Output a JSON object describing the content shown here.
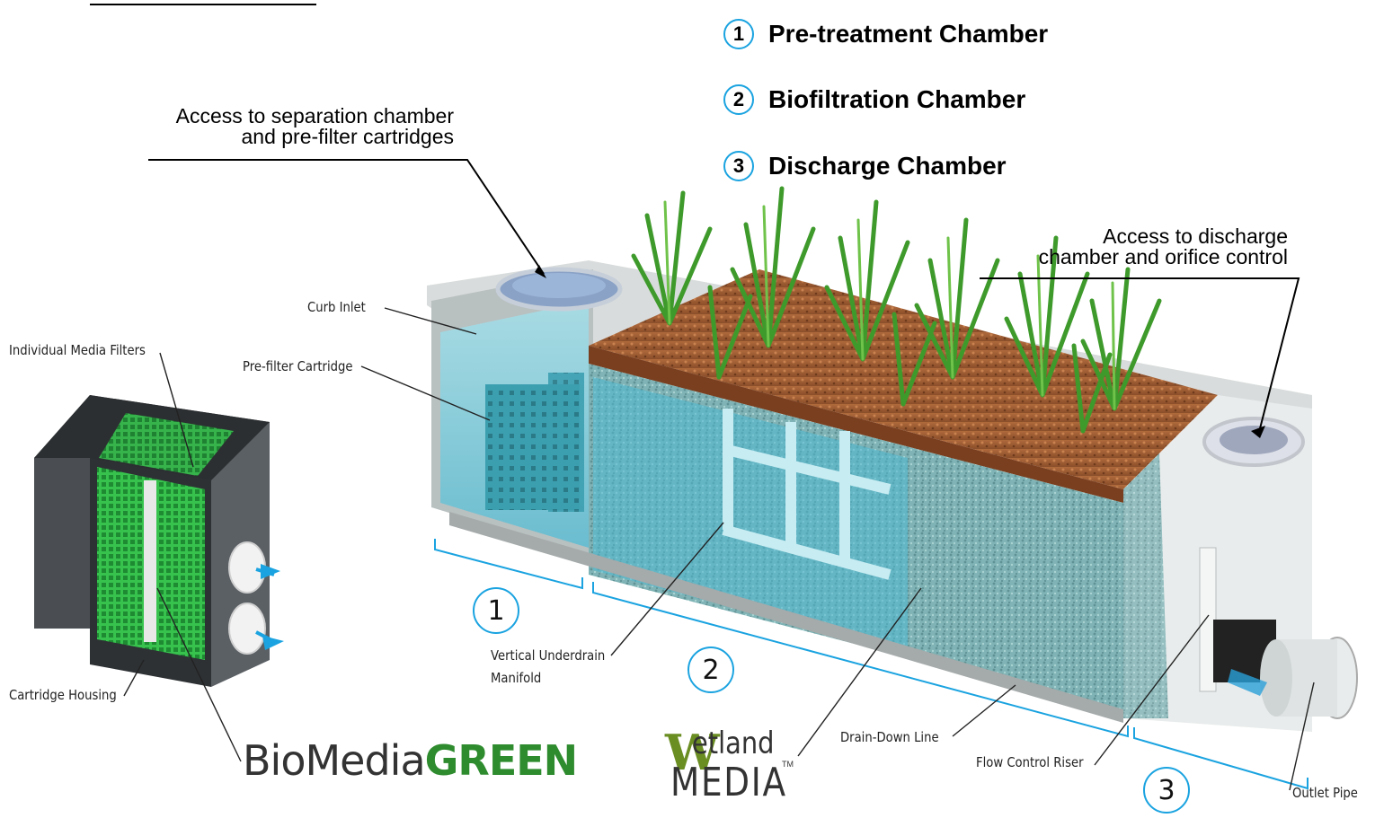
{
  "legend": [
    {
      "num": "1",
      "label": "Pre-treatment Chamber"
    },
    {
      "num": "2",
      "label": "Biofiltration Chamber"
    },
    {
      "num": "3",
      "label": "Discharge Chamber"
    }
  ],
  "callouts": {
    "separation_line1": "Access to separation chamber",
    "separation_line2": "and pre-filter cartridges",
    "discharge_line1": "Access to discharge",
    "discharge_line2": "chamber and orifice control"
  },
  "labels": {
    "curb_inlet": "Curb Inlet",
    "individual_media_filters": "Individual Media Filters",
    "prefilter_cartridge": "Pre-filter Cartridge",
    "cartridge_housing": "Cartridge Housing",
    "vertical_underdrain_1": "Vertical Underdrain",
    "vertical_underdrain_2": "Manifold",
    "drain_down_line": "Drain-Down Line",
    "flow_control_riser": "Flow Control Riser",
    "outlet_pipe": "Outlet Pipe"
  },
  "section_numbers": [
    "1",
    "2",
    "3"
  ],
  "brands": {
    "biomedia_light": "BioMedia",
    "biomedia_bold": "GREEN",
    "wetland_W": "W",
    "wetland_top": "etland",
    "wetland_bottom": "MEDIA",
    "wetland_tm": "TM"
  },
  "colors": {
    "accent_blue": "#1aa3e0",
    "soil": "#9c5a32",
    "water": "#7fd0e0",
    "plant_green": "#3f9a2c",
    "filter_green": "#2fb84a"
  }
}
